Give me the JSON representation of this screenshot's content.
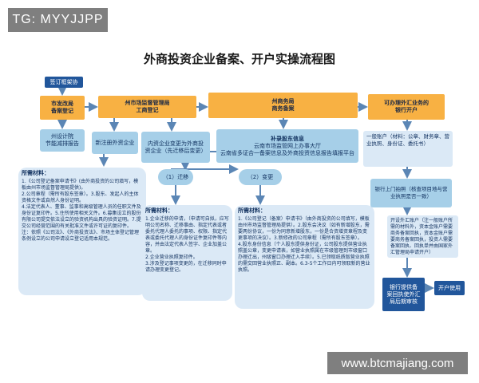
{
  "watermark_top": "TG: MYYJJPP",
  "watermark_bottom": "www.btcmajiang.com",
  "title": "外商投资企业备案、开户实操流程图",
  "nodes": {
    "sign_agreement": "签订框架协",
    "dev_reform": [
      "市发改局",
      "备案登记"
    ],
    "market_bureau": [
      "州市场监督管理局",
      "工商登记"
    ],
    "commerce_bureau": [
      "州商务局",
      "商务备案"
    ],
    "bank_account": [
      "可办理外汇业务的",
      "银行开户"
    ],
    "design_institute": [
      "州设计院",
      "节能减排报告"
    ],
    "new_registration": "新注册外资企业",
    "change_registration": [
      "内资企业变更为外商投",
      "资企业（先迁移后变更）"
    ],
    "supplement": [
      "补录股东信息",
      "云南市场监管网上办事大厅",
      "云南省多证合一备案信息及外商投资信息报告填报平台"
    ],
    "general_account": "一般账户（材料：公章、财务章、营业执照、身份证、委托书）",
    "migrate": "（1）迁移",
    "change": "（2）变更",
    "bank_visit": "银行上门拍照（核查项目地与营业执照是否一致）",
    "fdi_account": "开设外汇账户（注一般账户所需的材料外，资本金账户需要商务备案回执，资本金账户需要商务备案回执，投资人需要备案回执、回执单并由国家外汇管理局申请开户）",
    "bank_review": [
      "银行提供备",
      "案回执使外汇",
      "局后期审核"
    ],
    "account_open": "开户使用"
  },
  "materials": {
    "new": {
      "title": "所需材料：",
      "body": "1.《公司登记备案申请书》(由外商投资的公司填写，模板由州市场监督管理局提供)。\n2.公司章程（需所有股东签章）。3.股东、发起人的主体资格文件或自然人身份证明。\n4.法定代表人、董事、监事和高级管理人员的任职文件及身份证复印件。5.住所使用相关文件。6.募集设立的股份有限公司提交依法设立的验资机构出具的验资证明。7.提交公司经营范围的有关批准文件或许可证的复印件。\n注：依照《公司法》、《外商投资法》、市场主体登记管理条例设立的公司申请设立登记适用本规范。"
    },
    "migrate": {
      "title": "所需材料：",
      "body": "1.企业迁移的申请，（申请可自拟，应写明公司名称、迁移事由、指定代表或者委托代理人委托的事项、权限、指定代表或委托代理人的身份证件复印件等内容，并由法定代表人签字、企业加盖公章。\n2.企业营业执照复印件。\n3.涉及登记事项变更的，在迁移同时申请办理变更登记。"
    },
    "change": {
      "title": "所需材料：",
      "body": "1.《公司登记（备案）申请书》（由外商投资的公司填写，模板由州市场监督管理局提供）。2.股东会决议（如有新增股东，需要两份协议，一份为同意新增股东，一份是合资增资章程及变更事项的决议）。3.新修改的公司章程（需所有股东签章）。\n4.股东身份信息（个人股东提供身份证，公司股东提供营业执照盖公章，变更申请表，如营业执照属在市级管理到市级窗口办理迁出，州级窗口办理迁入手续）。5.已领取纸质版营业执照的需交回营业执照正、副本。6.3-5个工作日内可领取新的营业执照。"
    }
  },
  "colors": {
    "navy": "#21569b",
    "orange": "#f8b143",
    "sky": "#a6cfe8",
    "pale": "#dbe9f6",
    "arrow": "#5b86b5"
  }
}
